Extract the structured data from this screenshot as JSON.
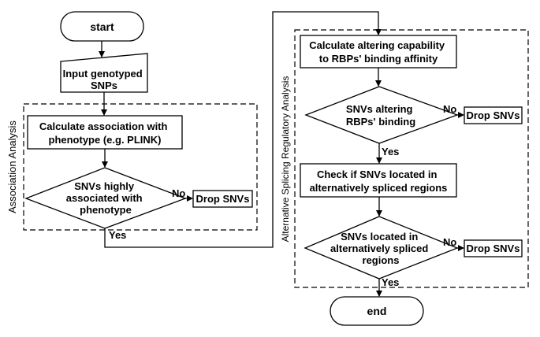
{
  "diagram": {
    "groups": {
      "association": "Association Analysis",
      "splicing": "Alternative Splicing Regulatory Analysis"
    },
    "nodes": {
      "start": "start",
      "input": [
        "Input genotyped",
        "SNPs"
      ],
      "calc_assoc": [
        "Calculate association with",
        "phenotype (e.g. PLINK)"
      ],
      "decision_assoc": [
        "SNVs highly",
        "associated with",
        "phenotype"
      ],
      "drop1": "Drop SNVs",
      "calc_alter": [
        "Calculate altering capability",
        "to RBPs' binding affinity"
      ],
      "decision_rbp": [
        "SNVs altering",
        "RBPs' binding"
      ],
      "drop2": "Drop SNVs",
      "check_splice": [
        "Check if SNVs located in",
        "alternatively spliced regions"
      ],
      "decision_splice": [
        "SNVs located in",
        "alternatively spliced",
        "regions"
      ],
      "drop3": "Drop SNVs",
      "end": "end"
    },
    "edges": {
      "no1": "No",
      "yes1": "Yes",
      "no2": "No",
      "yes2": "Yes",
      "no3": "No",
      "yes3": "Yes"
    }
  }
}
